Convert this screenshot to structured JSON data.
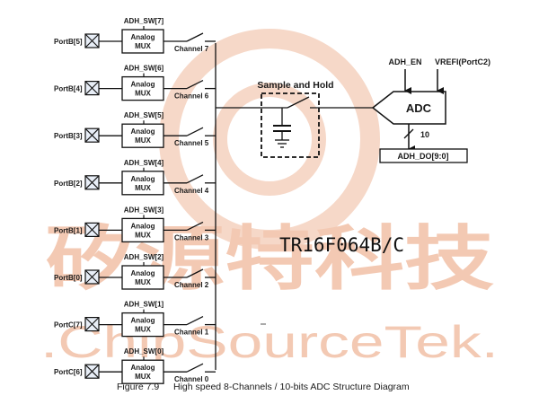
{
  "watermark": {
    "chinese_text": "矽源特科技",
    "english_text": ".ChipSourceTek.",
    "color": "#f3c9b3"
  },
  "part_number": "TR16F064B/C",
  "channels": [
    {
      "switch": "ADH_SW[7]",
      "port": "PortB[5]",
      "mux_line1": "Analog",
      "mux_line2": "MUX",
      "channel": "Channel 7"
    },
    {
      "switch": "ADH_SW[6]",
      "port": "PortB[4]",
      "mux_line1": "Analog",
      "mux_line2": "MUX",
      "channel": "Channel 6"
    },
    {
      "switch": "ADH_SW[5]",
      "port": "PortB[3]",
      "mux_line1": "Analog",
      "mux_line2": "MUX",
      "channel": "Channel 5"
    },
    {
      "switch": "ADH_SW[4]",
      "port": "PortB[2]",
      "mux_line1": "Analog",
      "mux_line2": "MUX",
      "channel": "Channel 4"
    },
    {
      "switch": "ADH_SW[3]",
      "port": "PortB[1]",
      "mux_line1": "Analog",
      "mux_line2": "MUX",
      "channel": "Channel 3"
    },
    {
      "switch": "ADH_SW[2]",
      "port": "PortB[0]",
      "mux_line1": "Analog",
      "mux_line2": "MUX",
      "channel": "Channel 2"
    },
    {
      "switch": "ADH_SW[1]",
      "port": "PortC[7]",
      "mux_line1": "Analog",
      "mux_line2": "MUX",
      "channel": "Channel 1"
    },
    {
      "switch": "ADH_SW[0]",
      "port": "PortC[6]",
      "mux_line1": "Analog",
      "mux_line2": "MUX",
      "channel": "Channel 0"
    }
  ],
  "sample_hold": {
    "label": "Sample and Hold"
  },
  "adc": {
    "label": "ADC",
    "enable_label": "ADH_EN",
    "vref_label": "VREFI(PortC2)",
    "bus_width": "10",
    "output_label": "ADH_DO[9:0]"
  },
  "caption": {
    "figure": "Figure 7.9",
    "title": "High speed 8-Channels / 10-bits ADC Structure Diagram"
  }
}
